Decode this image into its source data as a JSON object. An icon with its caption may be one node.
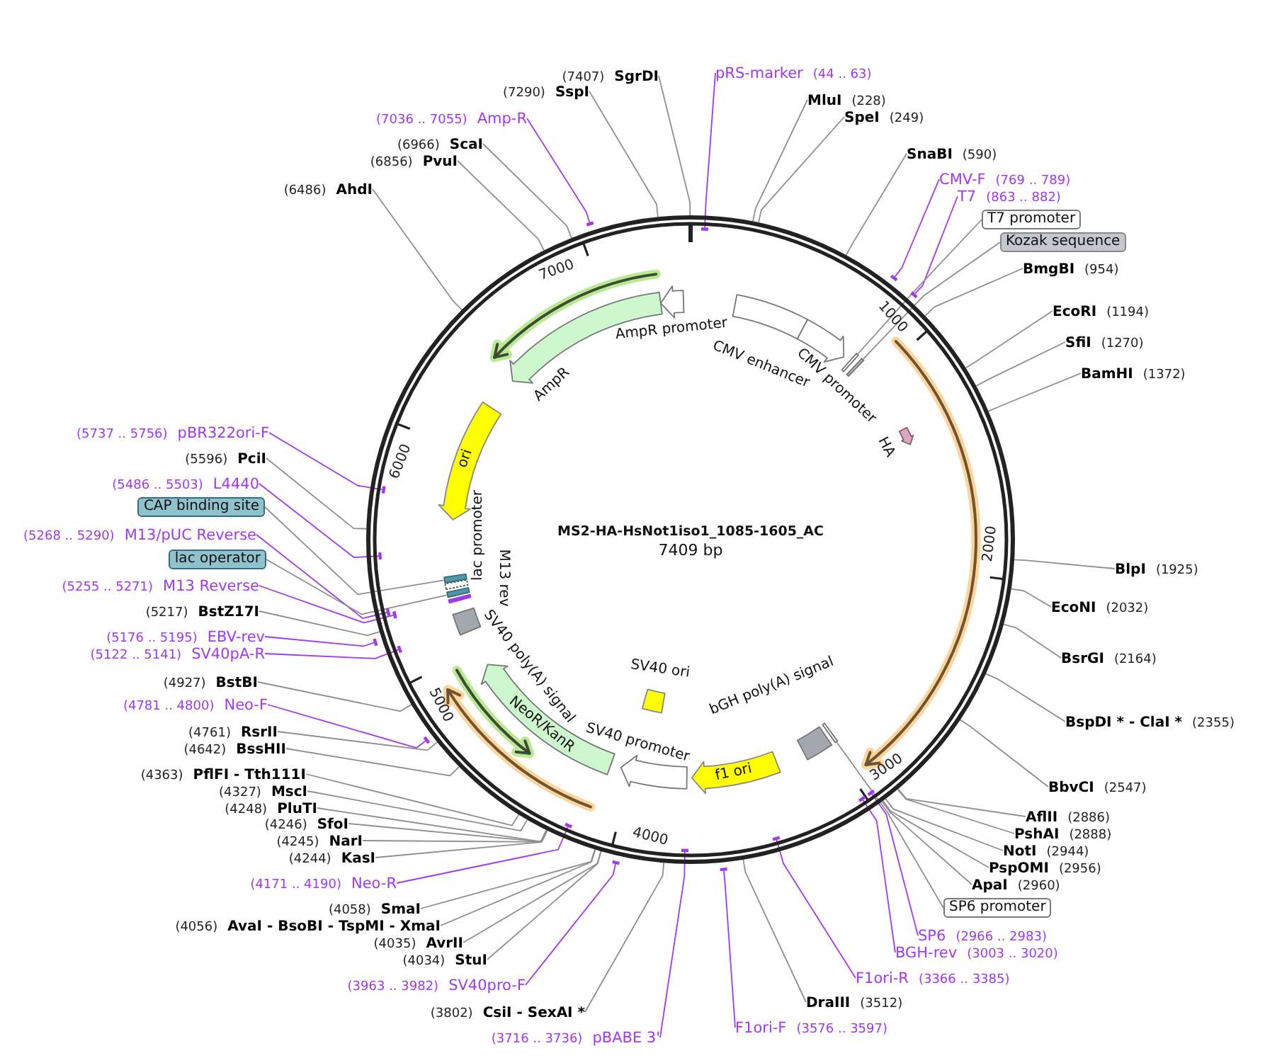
{
  "diagram": {
    "nodes": [
      {
        "text": [
          "MS2-HA-HsNot1iso1_1085-1605_AC",
          "7409 bp"
        ]
      },
      {
        "text": [
          "AmpR promoter"
        ],
        "in": 0
      },
      {
        "text": [
          "CMV enhancer"
        ],
        "in": 0
      },
      {
        "text": [
          "CMV promoter"
        ],
        "in": 0
      },
      {
        "text": [
          "HA"
        ],
        "in": 0
      },
      {
        "text": [
          "AmpR"
        ],
        "in": 0
      },
      {
        "text": [
          "ori"
        ],
        "in": 0
      },
      {
        "text": [
          "lac promoter"
        ],
        "in": 0
      },
      {
        "text": [
          "M13 rev"
        ],
        "in": 0
      },
      {
        "text": [
          "SV40 poly(A) signal"
        ],
        "in": 0
      },
      {
        "text": [
          "NeoR/KanR"
        ],
        "in": 0
      },
      {
        "text": [
          "SV40 ori"
        ],
        "in": 0
      },
      {
        "text": [
          "SV40 promoter"
        ],
        "in": 0
      },
      {
        "text": [
          "bGH poly(A) signal"
        ],
        "in": 0
      },
      {
        "text": [
          "f1 ori"
        ],
        "in": 0
      },
      {
        "text": [],
        "shape": "bar",
        "in": 0
      },
      {
        "text": [],
        "shape": "bar",
        "in": 0
      },
      {
        "text": [],
        "shape": "bar",
        "in": 0
      },
      {
        "text": [],
        "shape": "bar",
        "in": 0
      },
      {
        "text": [],
        "shape": "bar",
        "in": 0
      },
      {
        "text": [
          "(7407)",
          "SgrDI"
        ]
      },
      {
        "text": [
          "pRS-marker",
          "(44 .. 63)"
        ]
      },
      {
        "text": [
          "(7290)",
          "SspI"
        ]
      },
      {
        "text": [
          "MluI",
          "(228)"
        ]
      },
      {
        "text": [
          "(7036 .. 7055)",
          "Amp-R"
        ]
      },
      {
        "text": [
          "SpeI",
          "(249)"
        ]
      },
      {
        "text": [
          "(6966)",
          "ScaI"
        ]
      },
      {
        "text": [
          "SnaBI",
          "(590)"
        ]
      },
      {
        "text": [
          "(6856)",
          "PvuI"
        ]
      },
      {
        "text": [
          "CMV-F",
          "(769 .. 789)"
        ]
      },
      {
        "text": [
          "(6486)",
          "AhdI"
        ]
      },
      {
        "text": [
          "T7",
          "(863 .. 882)"
        ]
      },
      {
        "text": [
          "T7 promoter"
        ]
      },
      {
        "text": [
          "Kozak sequence"
        ]
      },
      {
        "text": [
          "BmgBI",
          "(954)"
        ]
      },
      {
        "text": [
          "EcoRI",
          "(1194)"
        ]
      },
      {
        "text": [
          "SfiI",
          "(1270)"
        ]
      },
      {
        "text": [
          "BamHI",
          "(1372)"
        ]
      },
      {
        "text": [
          "(5737 .. 5756)",
          "pBR322ori-F"
        ]
      },
      {
        "text": [
          "(5596)",
          "PciI"
        ]
      },
      {
        "text": [
          "(5486 .. 5503)",
          "L4440"
        ]
      },
      {
        "text": [
          "CAP binding site"
        ]
      },
      {
        "text": [
          "(5268 .. 5290)",
          "M13/pUC Reverse"
        ]
      },
      {
        "text": [
          "lac operator"
        ]
      },
      {
        "text": [
          "BlpI",
          "(1925)"
        ]
      },
      {
        "text": [
          "(5255 .. 5271)",
          "M13 Reverse"
        ]
      },
      {
        "text": [
          "EcoNI",
          "(2032)"
        ]
      },
      {
        "text": [
          "(5217)",
          "BstZ17I"
        ]
      },
      {
        "text": [
          "(5176 .. 5195)",
          "EBV-rev"
        ]
      },
      {
        "text": [
          "(5122 .. 5141)",
          "SV40pA-R"
        ]
      },
      {
        "text": [
          "BsrGI",
          "(2164)"
        ]
      },
      {
        "text": [
          "(4927)",
          "BstBI"
        ]
      },
      {
        "text": [
          "(4781 .. 4800)",
          "Neo-F"
        ]
      },
      {
        "text": [
          "BspDI * - ClaI *",
          "(2355)"
        ]
      },
      {
        "text": [
          "(4761)",
          "RsrII"
        ]
      },
      {
        "text": [
          "(4642)",
          "BssHII"
        ]
      },
      {
        "text": [
          "(4363)",
          "PflFI - Tth111I"
        ]
      },
      {
        "text": [
          "BbvCI",
          "(2547)"
        ]
      },
      {
        "text": [
          "(4327)",
          "MscI"
        ]
      },
      {
        "text": [
          "(4248)",
          "PluTI"
        ]
      },
      {
        "text": [
          "AflII",
          "(2886)"
        ]
      },
      {
        "text": [
          "(4246)",
          "SfoI"
        ]
      },
      {
        "text": [
          "PshAI",
          "(2888)"
        ]
      },
      {
        "text": [
          "(4245)",
          "NarI"
        ]
      },
      {
        "text": [
          "NotI",
          "(2944)"
        ]
      },
      {
        "text": [
          "(4244)",
          "KasI"
        ]
      },
      {
        "text": [
          "PspOMI",
          "(2956)"
        ]
      },
      {
        "text": [
          "(4171 .. 4190)",
          "Neo-R"
        ]
      },
      {
        "text": [
          "ApaI",
          "(2960)"
        ]
      },
      {
        "text": [
          "SP6 promoter"
        ]
      },
      {
        "text": [
          "(4058)",
          "SmaI"
        ]
      },
      {
        "text": [
          "(4056)",
          "AvaI - BsoBI - TspMI - XmaI"
        ]
      },
      {
        "text": [
          "SP6",
          "(2966 .. 2983)"
        ]
      },
      {
        "text": [
          "(4035)",
          "AvrII"
        ]
      },
      {
        "text": [
          "BGH-rev",
          "(3003 .. 3020)"
        ]
      },
      {
        "text": [
          "(4034)",
          "StuI"
        ]
      },
      {
        "text": [
          "F1ori-R",
          "(3366 .. 3385)"
        ]
      },
      {
        "text": [
          "(3963 .. 3982)",
          "SV40pro-F"
        ]
      },
      {
        "text": [
          "DraIII",
          "(3512)"
        ]
      },
      {
        "text": [
          "(3802)",
          "CsiI - SexAI *"
        ]
      },
      {
        "text": [
          "F1ori-F",
          "(3576 .. 3597)"
        ]
      },
      {
        "text": [
          "(3716 .. 3736)",
          "pBABE 3'"
        ]
      },
      {
        "text": [],
        "shape": "bar"
      },
      {
        "text": [],
        "shape": "bar",
        "in": 0
      },
      {
        "text": [],
        "shape": "bar"
      },
      {
        "text": [],
        "shape": "bar"
      },
      {
        "text": [],
        "shape": "bar",
        "in": 0
      },
      {
        "text": [],
        "shape": "bar",
        "in": 0
      },
      {
        "text": [],
        "shape": "bar",
        "in": 0
      },
      {
        "text": [],
        "shape": "bar",
        "in": 0
      },
      {
        "text": [],
        "shape": "bar"
      },
      {
        "text": [],
        "shape": "bar",
        "in": 0
      },
      {
        "text": [],
        "shape": "bar"
      },
      {
        "text": [],
        "shape": "bar",
        "in": 0
      },
      {
        "text": [],
        "shape": "bar",
        "in": 0
      },
      {
        "text": [],
        "shape": "bar",
        "in": 0
      },
      {
        "text": [],
        "shape": "bar",
        "in": 0
      },
      {
        "text": [],
        "shape": "bar",
        "in": 0
      },
      {
        "text": [],
        "shape": "bar"
      },
      {
        "text": [],
        "shape": "bar"
      }
    ],
    "edges": [
      {
        "from": 20,
        "to": 0,
        "arrow": "none"
      },
      {
        "from": 21,
        "to": 83,
        "arrow": "none",
        "color": "#a238f0"
      },
      {
        "from": 22,
        "to": 0,
        "arrow": "none"
      },
      {
        "from": 23,
        "to": 0,
        "arrow": "none"
      },
      {
        "from": 24,
        "to": 82,
        "arrow": "none",
        "color": "#a238f0"
      },
      {
        "from": 25,
        "to": 0,
        "arrow": "none"
      },
      {
        "from": 26,
        "to": 0,
        "arrow": "none"
      },
      {
        "from": 27,
        "to": 0,
        "arrow": "none"
      },
      {
        "from": 28,
        "to": 0,
        "arrow": "none"
      },
      {
        "from": 29,
        "to": 84,
        "arrow": "none",
        "color": "#a238f0"
      },
      {
        "from": 30,
        "to": 0,
        "arrow": "none"
      },
      {
        "from": 31,
        "to": 85,
        "arrow": "none",
        "color": "#a238f0"
      },
      {
        "from": 32,
        "to": 15,
        "arrow": "none"
      },
      {
        "from": 33,
        "to": 16,
        "arrow": "none"
      },
      {
        "from": 34,
        "to": 0,
        "arrow": "none"
      },
      {
        "from": 35,
        "to": 0,
        "arrow": "none"
      },
      {
        "from": 36,
        "to": 0,
        "arrow": "none"
      },
      {
        "from": 37,
        "to": 0,
        "arrow": "none"
      },
      {
        "from": 38,
        "to": 86,
        "arrow": "none",
        "color": "#a238f0"
      },
      {
        "from": 39,
        "to": 0,
        "arrow": "none"
      },
      {
        "from": 40,
        "to": 87,
        "arrow": "none",
        "color": "#a238f0"
      },
      {
        "from": 41,
        "to": 17,
        "arrow": "none"
      },
      {
        "from": 42,
        "to": 88,
        "arrow": "none",
        "color": "#a238f0"
      },
      {
        "from": 43,
        "to": 18,
        "arrow": "none"
      },
      {
        "from": 44,
        "to": 0,
        "arrow": "none"
      },
      {
        "from": 45,
        "to": 89,
        "arrow": "none",
        "color": "#a238f0"
      },
      {
        "from": 46,
        "to": 0,
        "arrow": "none"
      },
      {
        "from": 47,
        "to": 0,
        "arrow": "none"
      },
      {
        "from": 48,
        "to": 90,
        "arrow": "none",
        "color": "#a238f0"
      },
      {
        "from": 49,
        "to": 91,
        "arrow": "none",
        "color": "#a238f0"
      },
      {
        "from": 50,
        "to": 0,
        "arrow": "none"
      },
      {
        "from": 51,
        "to": 0,
        "arrow": "none"
      },
      {
        "from": 52,
        "to": 92,
        "arrow": "none",
        "color": "#a238f0"
      },
      {
        "from": 53,
        "to": 0,
        "arrow": "none"
      },
      {
        "from": 54,
        "to": 0,
        "arrow": "none"
      },
      {
        "from": 55,
        "to": 0,
        "arrow": "none"
      },
      {
        "from": 56,
        "to": 0,
        "arrow": "none"
      },
      {
        "from": 57,
        "to": 0,
        "arrow": "none"
      },
      {
        "from": 58,
        "to": 0,
        "arrow": "none"
      },
      {
        "from": 59,
        "to": 0,
        "arrow": "none"
      },
      {
        "from": 60,
        "to": 0,
        "arrow": "none"
      },
      {
        "from": 61,
        "to": 0,
        "arrow": "none"
      },
      {
        "from": 62,
        "to": 0,
        "arrow": "none"
      },
      {
        "from": 63,
        "to": 0,
        "arrow": "none"
      },
      {
        "from": 64,
        "to": 0,
        "arrow": "none"
      },
      {
        "from": 65,
        "to": 0,
        "arrow": "none"
      },
      {
        "from": 66,
        "to": 0,
        "arrow": "none"
      },
      {
        "from": 67,
        "to": 95,
        "arrow": "none",
        "color": "#a238f0"
      },
      {
        "from": 68,
        "to": 0,
        "arrow": "none"
      },
      {
        "from": 69,
        "to": 19,
        "arrow": "none"
      },
      {
        "from": 70,
        "to": 0,
        "arrow": "none"
      },
      {
        "from": 71,
        "to": 0,
        "arrow": "none"
      },
      {
        "from": 72,
        "to": 93,
        "arrow": "none",
        "color": "#a238f0"
      },
      {
        "from": 73,
        "to": 0,
        "arrow": "none"
      },
      {
        "from": 74,
        "to": 94,
        "arrow": "none",
        "color": "#a238f0"
      },
      {
        "from": 75,
        "to": 0,
        "arrow": "none"
      },
      {
        "from": 76,
        "to": 96,
        "arrow": "none",
        "color": "#a238f0"
      },
      {
        "from": 77,
        "to": 98,
        "arrow": "none",
        "color": "#a238f0"
      },
      {
        "from": 78,
        "to": 0,
        "arrow": "none"
      },
      {
        "from": 79,
        "to": 0,
        "arrow": "none"
      },
      {
        "from": 80,
        "to": 99,
        "arrow": "none",
        "color": "#a238f0"
      },
      {
        "from": 81,
        "to": 97,
        "arrow": "none",
        "color": "#a238f0"
      }
    ],
    "labels": [
      "7000",
      "1000",
      "6000",
      "2000",
      "5000",
      "3000",
      "4000"
    ]
  }
}
